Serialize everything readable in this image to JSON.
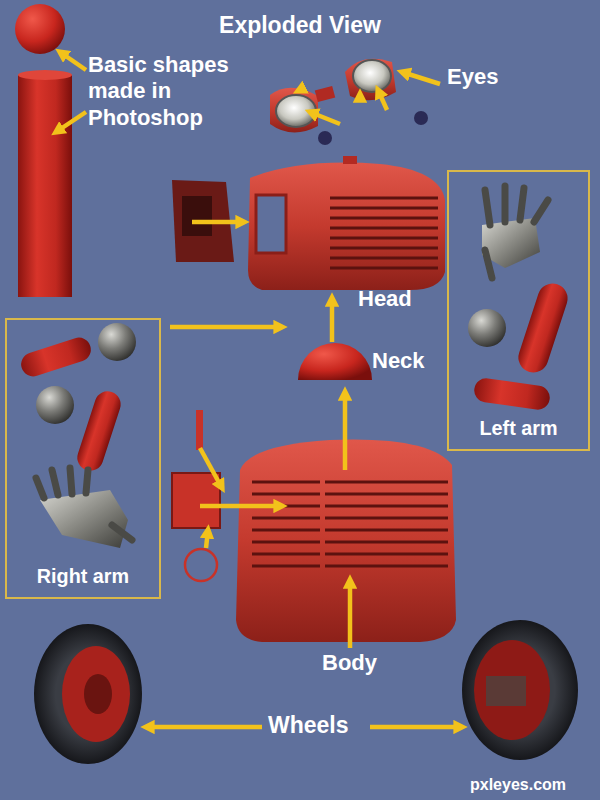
{
  "diagram": {
    "title": "Exploded View",
    "nodes": [
      {
        "text": [
          "Left arm"
        ]
      },
      {
        "text": [
          "Right arm"
        ]
      }
    ],
    "labels": [
      "Basic shapes made in Photoshop",
      "Eyes",
      "Head",
      "Neck",
      "Body",
      "Wheels",
      "pxleyes.com"
    ]
  }
}
